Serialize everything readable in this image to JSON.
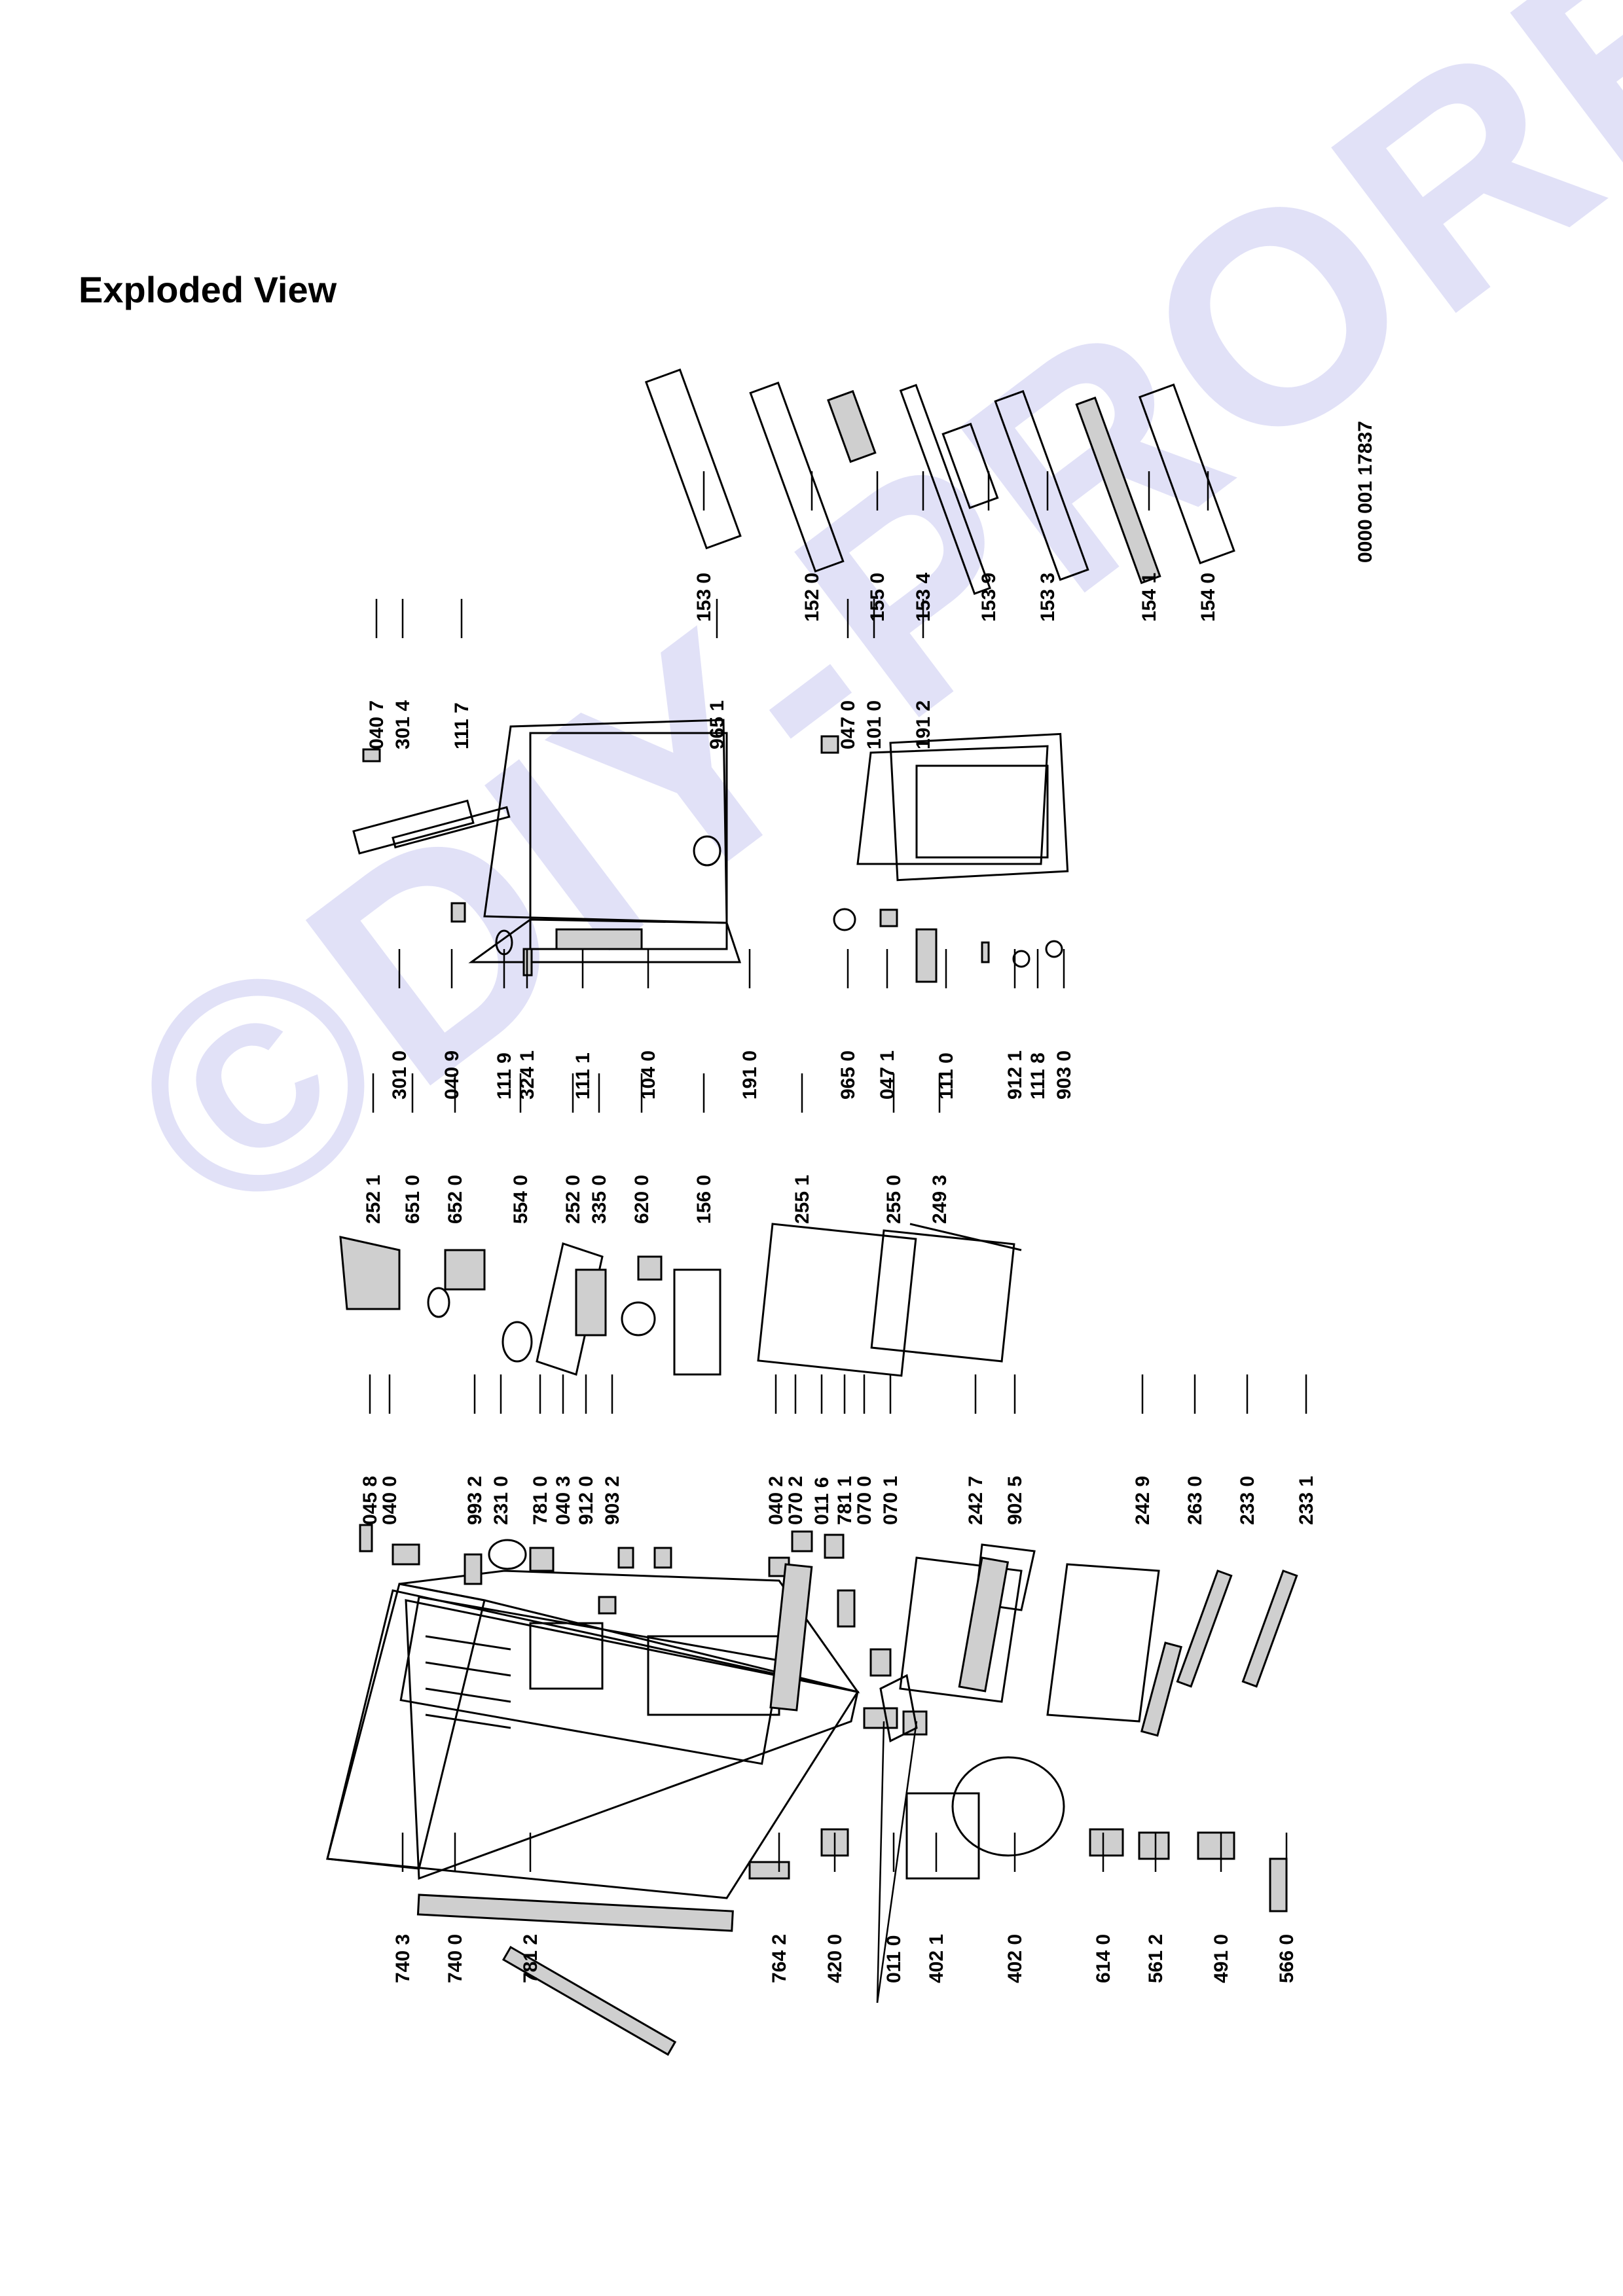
{
  "title": "Exploded View",
  "watermark": "©DIY-PROREJ.cz",
  "document_number": "0000 001 17837",
  "colors": {
    "watermark": "#c9c9f2",
    "ink": "#000000"
  },
  "column_cabinet_right": [
    "045 8",
    "040 0",
    "993 2",
    "231 0",
    "781 0",
    "040 3",
    "912 0",
    "903 2",
    "040 2",
    "070 2",
    "011 6",
    "781 1",
    "070 0",
    "070 1",
    "242 7",
    "902 5",
    "242 9",
    "263 0",
    "233 0",
    "233 1"
  ],
  "column_cabinet_left": [
    "740 3",
    "740 0",
    "781 2",
    "764 2",
    "420 0",
    "011 0",
    "402 1",
    "402 0",
    "614 0",
    "561 2",
    "491 0",
    "566 0"
  ],
  "column_freezer_parts": [
    "252 1",
    "651 0",
    "652 0",
    "554 0",
    "252 0",
    "335 0",
    "620 0",
    "156 0",
    "255 1",
    "255 0",
    "249 3"
  ],
  "column_door_upper": [
    "301 0",
    "040 9",
    "111 9",
    "324 1",
    "111 1",
    "104 0",
    "191 0"
  ],
  "column_door_upper_right": [
    "040 7",
    "301 4",
    "111 7",
    "965 1"
  ],
  "column_door_lower": [
    "965 0",
    "047 1",
    "111 0",
    "912 1",
    "111 8",
    "903 0"
  ],
  "column_door_lower_right": [
    "047 0",
    "101 0",
    "191 2"
  ],
  "column_shelves": [
    "153 0",
    "152 0",
    "155 0",
    "153 4",
    "153 9",
    "153 3",
    "154 1",
    "154 0"
  ]
}
